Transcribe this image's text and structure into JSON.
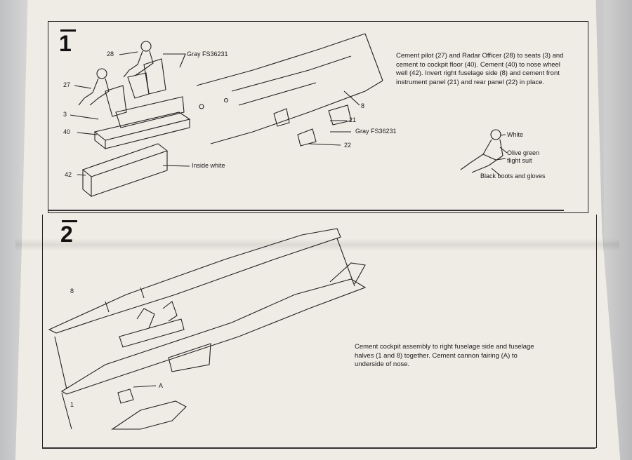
{
  "step1": {
    "number": "1",
    "instruction": "Cement pilot (27) and Radar Officer (28) to seats (3) and cement to cockpit floor (40). Cement (40) to nose wheel well (42). Invert right fuselage side (8) and cement front instrument panel (21) and rear panel (22) in place.",
    "callouts": {
      "c28": "28",
      "c27": "27",
      "c3": "3",
      "c40": "40",
      "c42": "42",
      "gray_seats": "Gray FS36231",
      "inside_white": "Inside white",
      "c8": "8",
      "c21": "21",
      "gray_panels": "Gray FS36231",
      "c22": "22",
      "white": "White",
      "olive1": "Olive green",
      "olive2": "flight suit",
      "boots": "Black boots and gloves"
    }
  },
  "step2": {
    "number": "2",
    "instruction": "Cement cockpit assembly to right fuselage side and fuselage halves (1 and 8) together. Cement cannon fairing (A) to underside of nose.",
    "callouts": {
      "c8": "8",
      "cA": "A",
      "c1": "1"
    }
  }
}
